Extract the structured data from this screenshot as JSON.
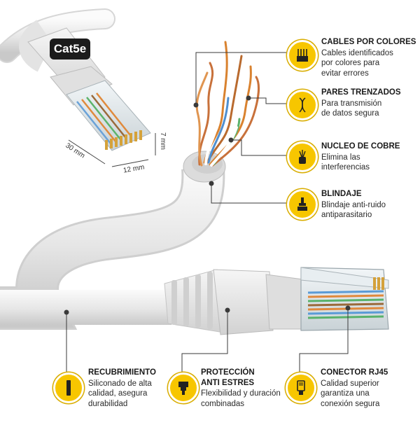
{
  "badge": {
    "label": "Cat5e"
  },
  "dimensions": {
    "length": "30 mm",
    "width": "12 mm",
    "height": "7 mm"
  },
  "features": [
    {
      "title": "CABLES POR COLORES",
      "desc": "Cables identificados\npor colores para\nevitar errores",
      "icon": "colored-wires-icon"
    },
    {
      "title": "PARES TRENZADOS",
      "desc": "Para transmisión\nde datos segura",
      "icon": "twisted-pair-icon"
    },
    {
      "title": "NUCLEO DE COBRE",
      "desc": "Elimina las\ninterferencias",
      "icon": "copper-core-icon"
    },
    {
      "title": "BLINDAJE",
      "desc": "Blindaje anti-ruido\nantiparasitario",
      "icon": "shield-connector-icon"
    },
    {
      "title": "RECUBRIMIENTO",
      "desc": "Siliconado de alta\ncalidad, asegura\ndurabilidad",
      "icon": "coating-icon"
    },
    {
      "title": "PROTECCIÓN\nANTI ESTRES",
      "desc": "Flexibilidad y duración\ncombinadas",
      "icon": "strain-relief-icon"
    },
    {
      "title": "CONECTOR RJ45",
      "desc": "Calidad superior\ngarantiza una\nconexión segura",
      "icon": "rj45-connector-icon"
    }
  ],
  "colors": {
    "accent": "#f7c600",
    "cable": "#e9e9e9",
    "badge": "#1c1c1c"
  }
}
